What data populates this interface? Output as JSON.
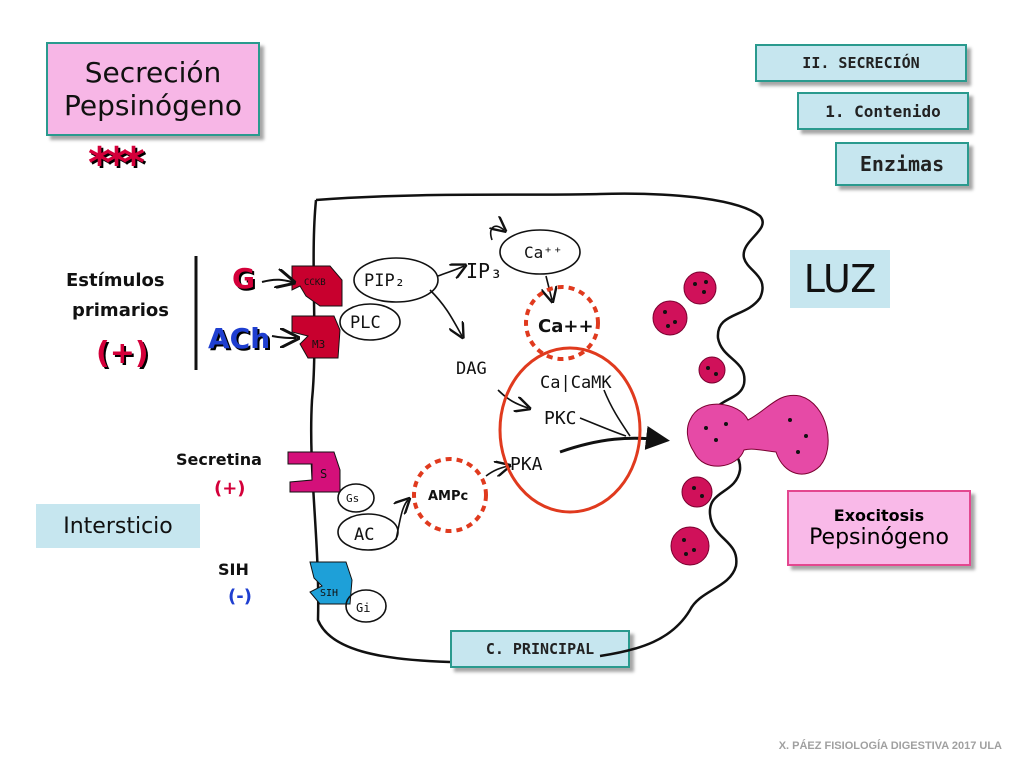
{
  "title": {
    "line1": "Secreción",
    "line2": "Pepsinógeno"
  },
  "stars": "***",
  "tags": {
    "section": "II. SECRECIÓN",
    "content": "1. Contenido",
    "enzymes": "Enzimas"
  },
  "luz": "LUZ",
  "stimuli": {
    "line1": "Estímulos",
    "line2": "primarios",
    "sign": "(+)",
    "g": "G",
    "ach": "ACh"
  },
  "secretina": {
    "label": "Secretina",
    "sign": "(+)"
  },
  "sih": {
    "label": "SIH",
    "sign": "(-)"
  },
  "intersticio": "Intersticio",
  "exocitosis": {
    "line1": "Exocitosis",
    "line2": "Pepsinógeno"
  },
  "principal": "C. PRINCIPAL",
  "cell_labels": {
    "ca_top": "Ca⁺⁺",
    "ip3": "IP₃",
    "pip2": "PIP₂",
    "plc": "PLC",
    "dag": "DAG",
    "ca_cam": "Ca|CaMK",
    "pkc": "PKC",
    "pka": "PKA",
    "ca_pp": "Ca++",
    "ampc": "AMPc",
    "ac": "AC",
    "gs": "Gs",
    "gi": "Gi",
    "cckb": "CCKB",
    "m3": "M3",
    "s": "S",
    "sih_r": "SIH"
  },
  "credit": "X. PÁEZ  FISIOLOGÍA DIGESTIVA 2017  ULA",
  "colors": {
    "accent_red": "#d4003a",
    "pink_box": "#f9b9e8",
    "tag_bg": "#c6e6ef",
    "receptor_red": "#c8002e",
    "receptor_pink": "#d4107a",
    "receptor_blue": "#1ea0d8"
  }
}
